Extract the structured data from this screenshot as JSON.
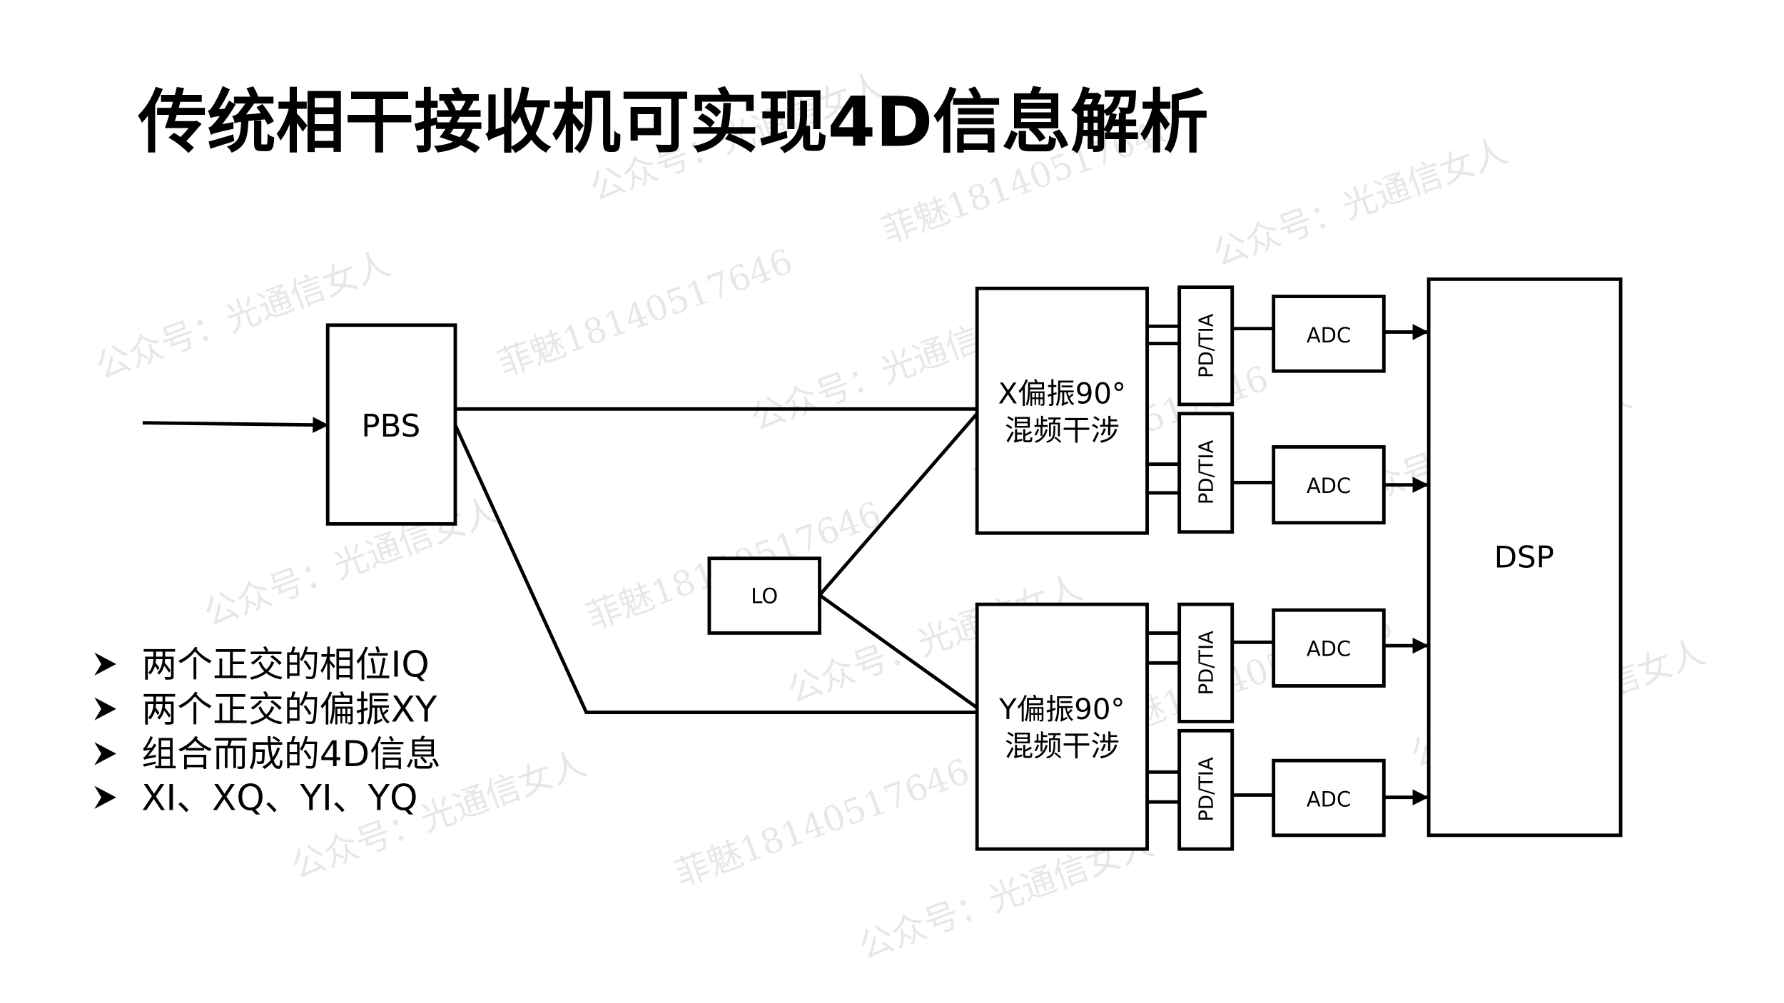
{
  "title": "传统相干接收机可实现4D信息解析",
  "diagram": {
    "pbs": "PBS",
    "lo": "LO",
    "x_mixer": [
      "X偏振90°",
      "混频干涉"
    ],
    "y_mixer": [
      "Y偏振90°",
      "混频干涉"
    ],
    "pd_tia": [
      "PD/TIA",
      "PD/TIA",
      "PD/TIA",
      "PD/TIA"
    ],
    "adc": [
      "ADC",
      "ADC",
      "ADC",
      "ADC"
    ],
    "dsp": "DSP"
  },
  "bullets": [
    "两个正交的相位IQ",
    "两个正交的偏振XY",
    "组合而成的4D信息",
    "XI、XQ、YI、YQ"
  ],
  "bullet_icon": "arrowhead-bullet-icon",
  "watermarks": {
    "account": "公众号：光通信女人",
    "author": "菲魅18140517646"
  }
}
